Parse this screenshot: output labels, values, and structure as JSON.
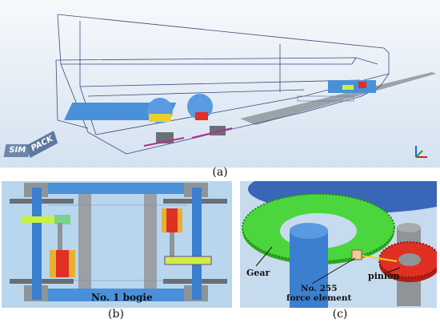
{
  "panels": {
    "a": {
      "caption": "(a)"
    },
    "b": {
      "caption": "(b)",
      "label": "No. 1 bogie"
    },
    "c": {
      "caption": "(c)",
      "labels": {
        "gear": "Gear",
        "force_line1": "No. 255",
        "force_line2": "force element",
        "pinion": "pinion"
      }
    }
  },
  "logo": {
    "left": "SIM",
    "right": "PACK"
  },
  "colors": {
    "sky_top": "#f4f7fb",
    "sky_bottom": "#dbe7f3",
    "wireframe": "#3b4a7a",
    "bogie_blue": "#4a90d9",
    "gear_green": "#48d23a",
    "pinion_red": "#e03024",
    "shaft_gray": "#8e9498",
    "yellow_green": "#c8f23c"
  }
}
